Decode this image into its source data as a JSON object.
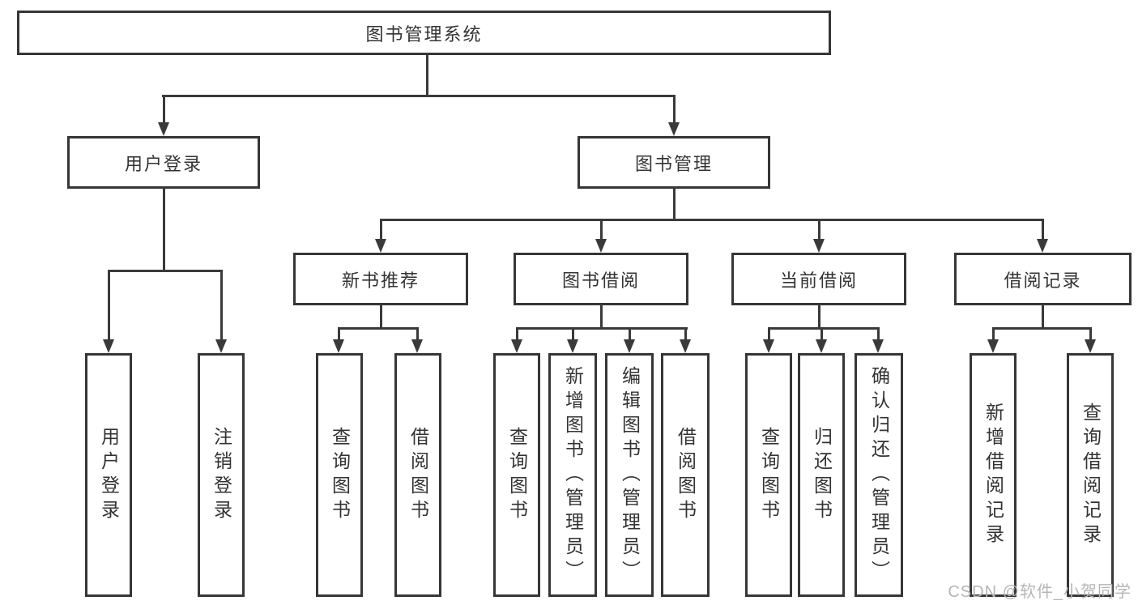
{
  "diagram": {
    "title": "图书管理系统",
    "nodes": {
      "root": "图书管理系统",
      "user_login": "用户登录",
      "book_management": "图书管理",
      "new_book_recommend": "新书推荐",
      "book_borrow": "图书借阅",
      "current_borrow": "当前借阅",
      "borrow_records": "借阅记录",
      "leaf_user_login": "用户登录",
      "leaf_logout": "注销登录",
      "leaf_recommend_query_books": "查询图书",
      "leaf_recommend_borrow_books": "借阅图书",
      "leaf_borrow_query_books": "查询图书",
      "leaf_borrow_add_books_admin": "新增图书（管理员）",
      "leaf_borrow_edit_books_admin": "编辑图书（管理员）",
      "leaf_borrow_borrow_books": "借阅图书",
      "leaf_current_query_books": "查询图书",
      "leaf_current_return_books": "归还图书",
      "leaf_current_confirm_return_admin": "确认归还（管理员）",
      "leaf_records_add_record": "新增借阅记录",
      "leaf_records_query_record": "查询借阅记录"
    },
    "watermark": "CSDN @软件_小贺同学",
    "colors": {
      "line": "#3a3a3a",
      "box_border": "#363636",
      "text": "#333333",
      "watermark": "#b5b5b5",
      "background": "#ffffff"
    }
  }
}
